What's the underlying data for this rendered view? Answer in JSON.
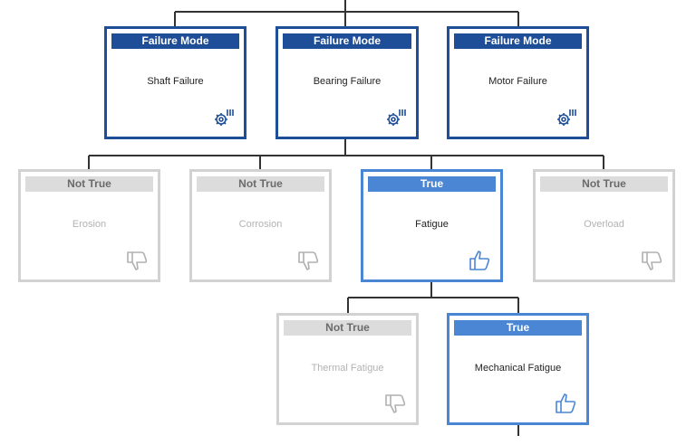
{
  "colors": {
    "failure_mode_blue": "#1f4e99",
    "true_blue": "#4a86d3",
    "not_true_gray": "#d2d2d2",
    "connector": "#333333"
  },
  "failure_modes": [
    {
      "header": "Failure Mode",
      "label": "Shaft Failure",
      "icon": "gear-settings-icon"
    },
    {
      "header": "Failure Mode",
      "label": "Bearing Failure",
      "icon": "gear-settings-icon"
    },
    {
      "header": "Failure Mode",
      "label": "Motor Failure",
      "icon": "gear-settings-icon"
    }
  ],
  "causes": [
    {
      "status": "Not True",
      "label": "Erosion",
      "icon": "thumbs-down-icon"
    },
    {
      "status": "Not True",
      "label": "Corrosion",
      "icon": "thumbs-down-icon"
    },
    {
      "status": "True",
      "label": "Fatigue",
      "icon": "thumbs-up-icon"
    },
    {
      "status": "Not True",
      "label": "Overload",
      "icon": "thumbs-down-icon"
    }
  ],
  "sub_causes": [
    {
      "status": "Not True",
      "label": "Thermal Fatigue",
      "icon": "thumbs-down-icon"
    },
    {
      "status": "True",
      "label": "Mechanical Fatigue",
      "icon": "thumbs-up-icon"
    }
  ]
}
